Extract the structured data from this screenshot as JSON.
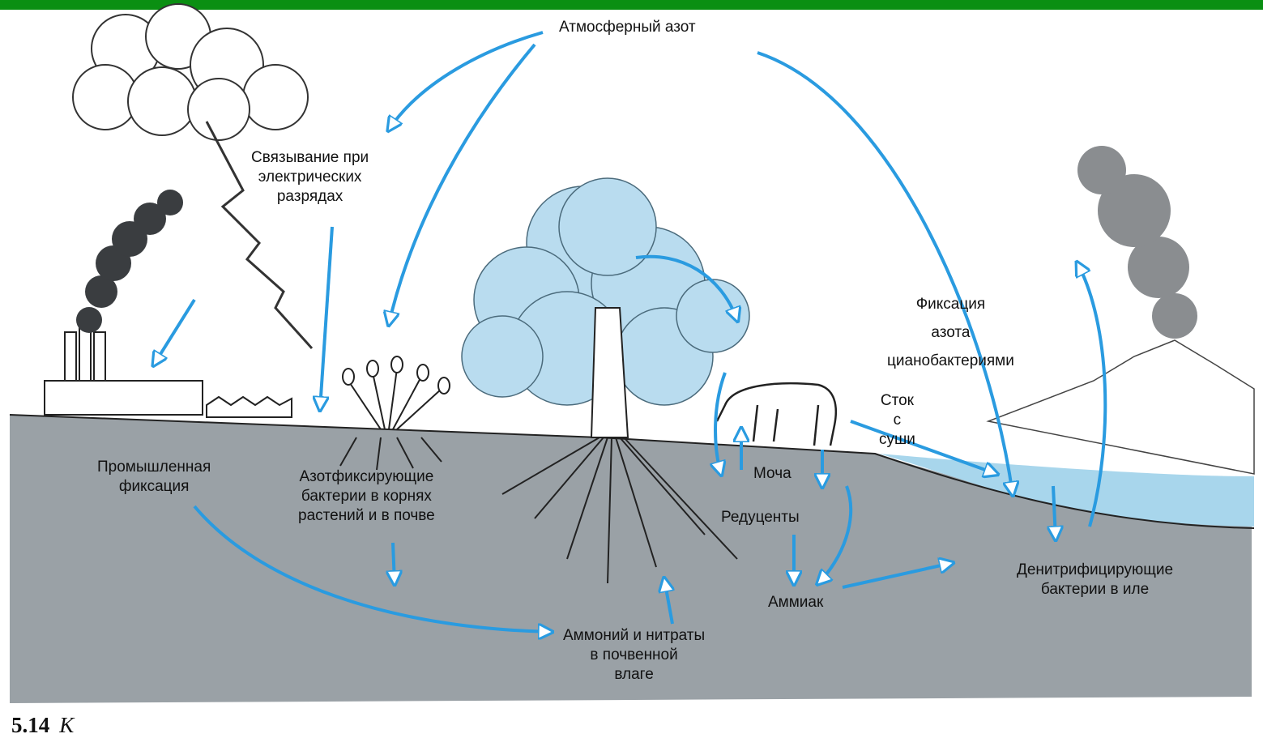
{
  "labels": {
    "atmospheric_nitrogen": "Атмосферный азот",
    "electrical_fixation": [
      "Связывание при",
      "электрических",
      "разрядах"
    ],
    "industrial_fixation": [
      "Промышленная",
      "фиксация"
    ],
    "nitrogen_fixing_bacteria": [
      "Азотфиксирующие",
      "бактерии в корнях",
      "растений и в почве"
    ],
    "ammonium_nitrates": [
      "Аммоний и нитраты",
      "в почвенной",
      "влаге"
    ],
    "urine": "Моча",
    "decomposers": "Редуценты",
    "ammonia": "Аммиак",
    "runoff": [
      "Сток",
      "с",
      "суши"
    ],
    "cyanobacteria_fixation": [
      "Фиксация",
      "азота",
      "цианобактериями"
    ],
    "denitrifying_bacteria": [
      "Денитрифицирующие",
      "бактерии в иле"
    ]
  },
  "caption": {
    "number": "5.14",
    "text": "К"
  },
  "colors": {
    "arrow": "#2a9be0",
    "ground": "#9aa1a6",
    "water": "#a8d6ec",
    "tree": "#b9dcef",
    "frame": "#0a8f12"
  }
}
